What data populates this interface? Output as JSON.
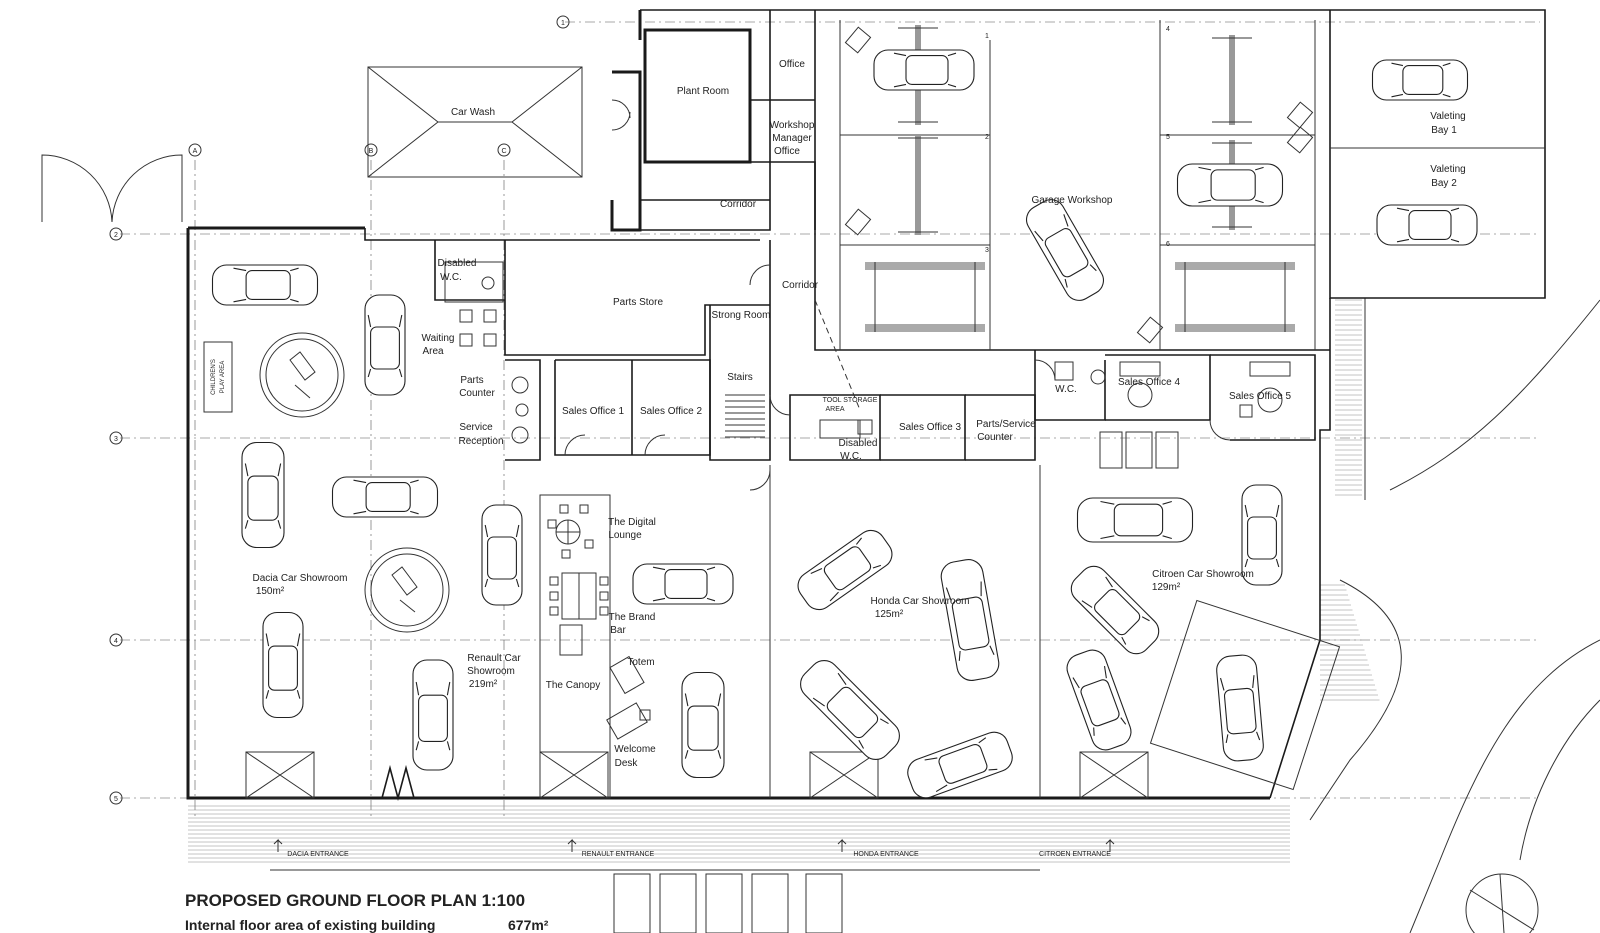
{
  "drawing": {
    "title": "PROPOSED GROUND FLOOR PLAN 1:100",
    "subtitle": "Internal floor area of existing building",
    "area_value": "677m²"
  },
  "grid": {
    "columns": [
      "A",
      "B",
      "C"
    ],
    "rows": [
      "1",
      "2",
      "3",
      "4",
      "5"
    ]
  },
  "rooms": {
    "car_wash": "Car Wash",
    "plant_room": "Plant Room",
    "office": "Office",
    "workshop_mgr_1": "Workshop",
    "workshop_mgr_2": "Manager",
    "workshop_mgr_3": "Office",
    "corridor_top": "Corridor",
    "corridor_mid": "Corridor",
    "garage_workshop": "Garage Workshop",
    "valeting_1a": "Valeting",
    "valeting_1b": "Bay 1",
    "valeting_2a": "Valeting",
    "valeting_2b": "Bay 2",
    "disabled_wc_1a": "Disabled",
    "disabled_wc_1b": "W.C.",
    "parts_store": "Parts Store",
    "strong_room": "Strong Room",
    "stairs": "Stairs",
    "waiting_a": "Waiting",
    "waiting_b": "Area",
    "parts_counter_a": "Parts",
    "parts_counter_b": "Counter",
    "service_rec_a": "Service",
    "service_rec_b": "Reception",
    "sales_office_1": "Sales Office 1",
    "sales_office_2": "Sales Office 2",
    "sales_office_3": "Sales Office 3",
    "sales_office_4": "Sales Office 4",
    "sales_office_5": "Sales Office 5",
    "tool_storage_a": "TOOL STORAGE",
    "tool_storage_b": "AREA",
    "disabled_wc_2a": "Disabled",
    "disabled_wc_2b": "W.C.",
    "parts_service_a": "Parts/Service",
    "parts_service_b": "Counter",
    "wc": "W.C.",
    "childrens_play_a": "CHILDREN'S",
    "childrens_play_b": "PLAY AREA",
    "dacia_a": "Dacia Car Showroom",
    "dacia_b": "150m²",
    "renault_a": "Renault Car",
    "renault_b": "Showroom",
    "renault_c": "219m²",
    "digital_a": "The Digital",
    "digital_b": "Lounge",
    "brand_a": "The Brand",
    "brand_b": "Bar",
    "totem": "Totem",
    "canopy": "The Canopy",
    "welcome_a": "Welcome",
    "welcome_b": "Desk",
    "honda_a": "Honda Car Showroom",
    "honda_b": "125m²",
    "citroen_a": "Citroen Car Showroom",
    "citroen_b": "129m²"
  },
  "entrances": {
    "dacia": "DACIA ENTRANCE",
    "renault": "RENAULT ENTRANCE",
    "honda": "HONDA ENTRANCE",
    "citroen": "CITROEN ENTRANCE"
  },
  "bay_numbers": [
    "1",
    "2",
    "3",
    "4",
    "5",
    "6"
  ]
}
